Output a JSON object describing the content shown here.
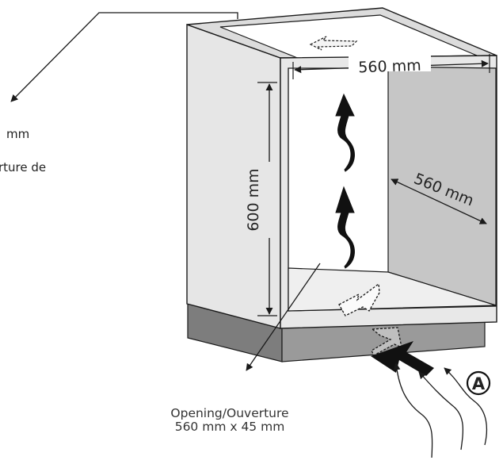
{
  "labels": {
    "dim_width_top": "560 mm",
    "dim_height": "600 mm",
    "dim_depth": "560 mm",
    "callout_a": "A",
    "side_text_1": "mm",
    "side_text_2": "rture de"
  },
  "caption": {
    "line1": "Opening/Ouverture",
    "line2": "560 mm x 45 mm"
  },
  "colors": {
    "outline": "#1a1a1a",
    "panel_face": "#e8e8e8",
    "panel_back": "#c8c8c8",
    "plinth": "#8c8c8c",
    "arrow": "#111111"
  }
}
